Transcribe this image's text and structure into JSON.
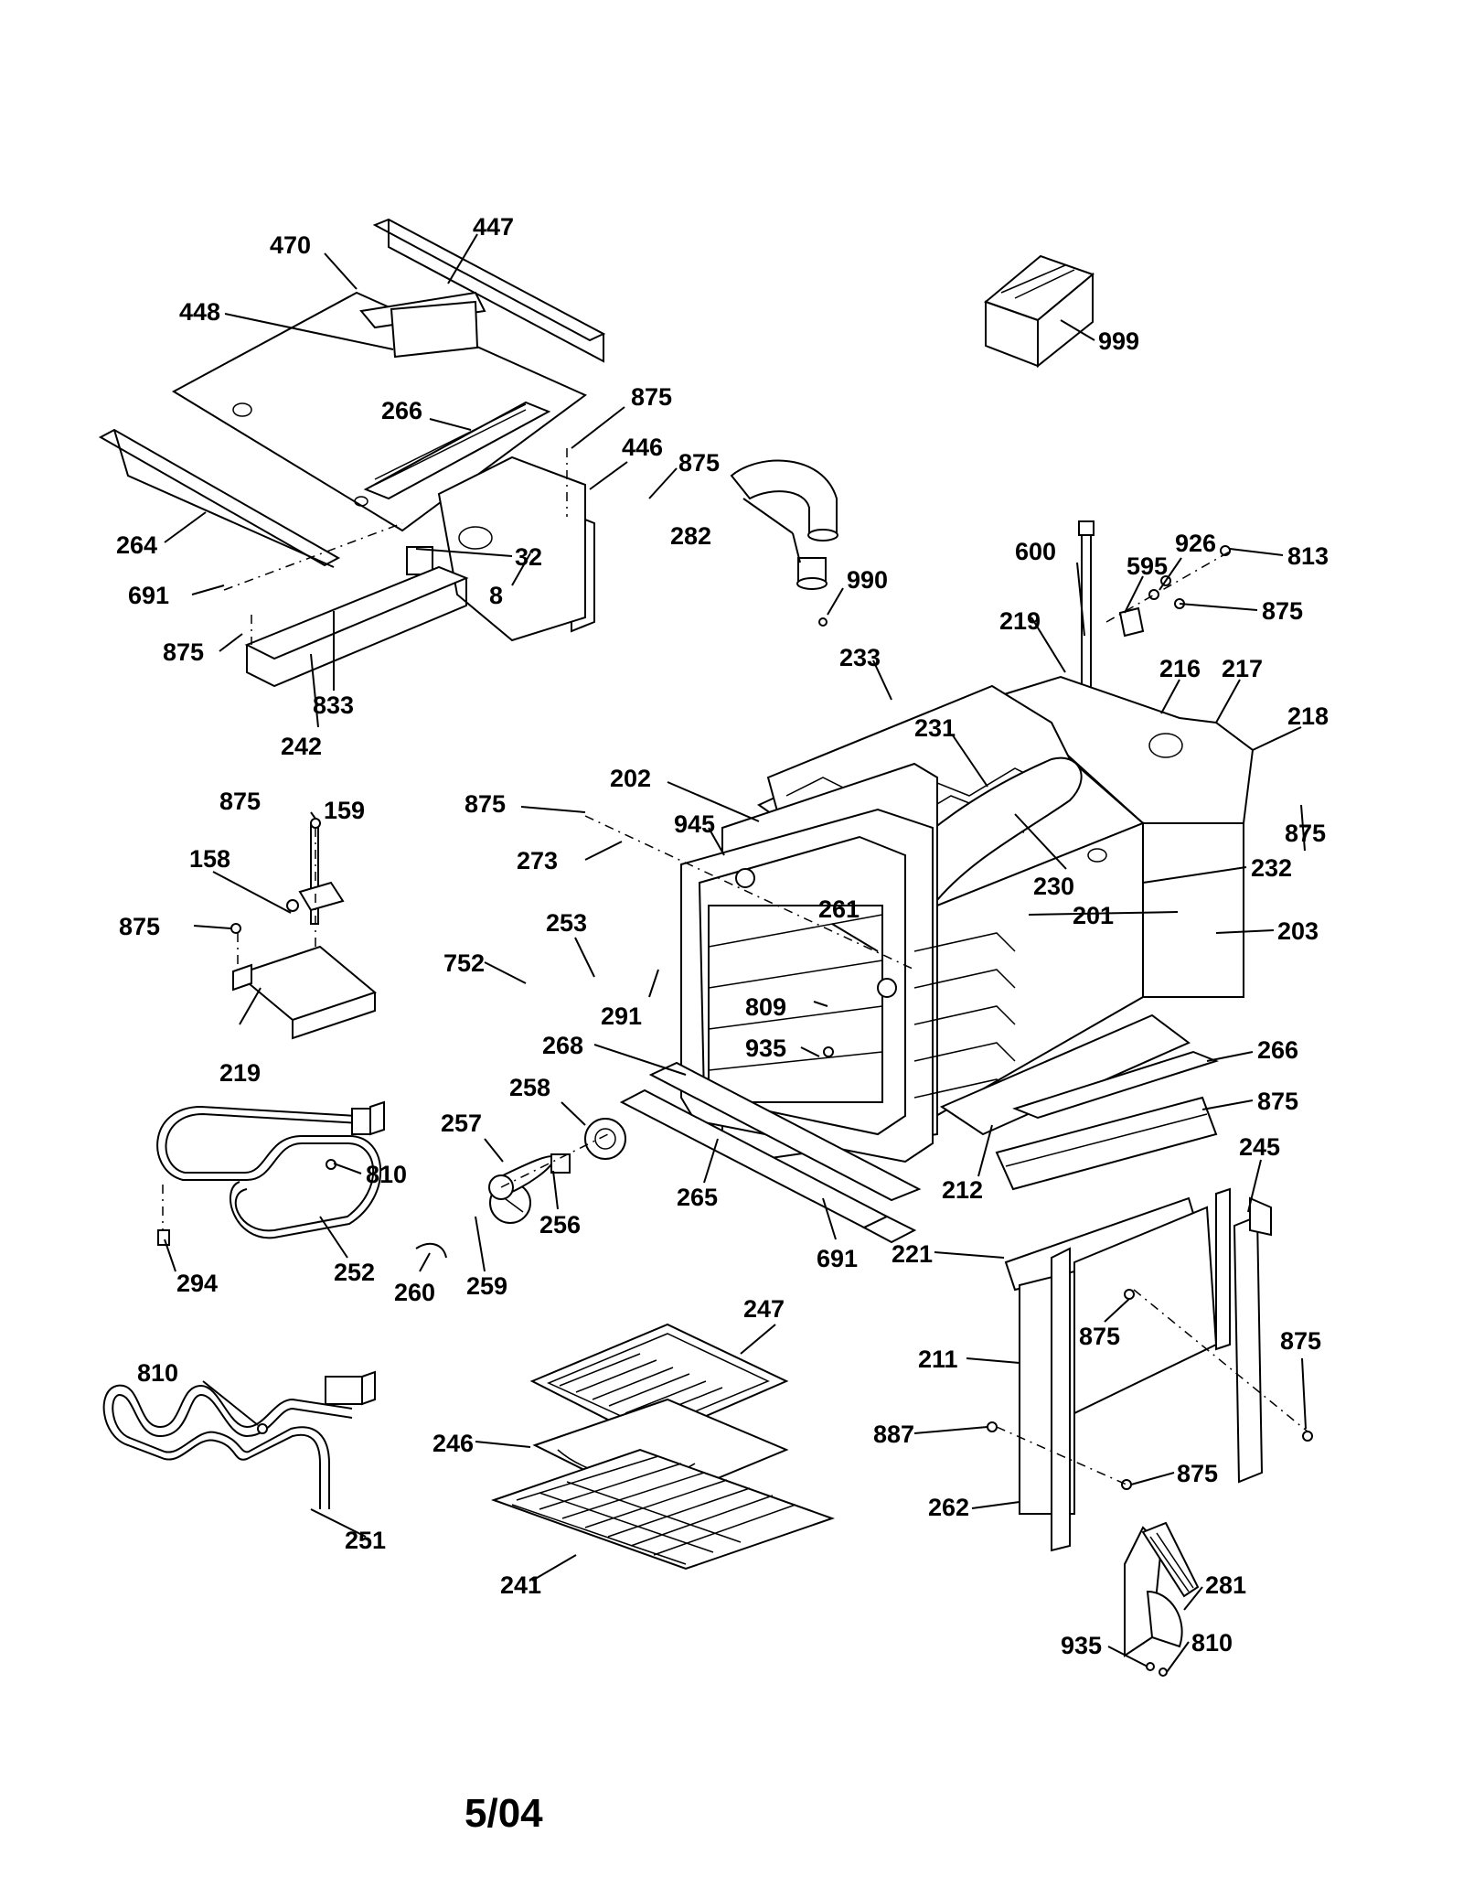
{
  "diagram": {
    "footer_date": "5/04",
    "part_labels": [
      "470",
      "447",
      "448",
      "266",
      "875",
      "446",
      "875",
      "264",
      "691",
      "32",
      "8",
      "875",
      "833",
      "242",
      "282",
      "990",
      "999",
      "600",
      "595",
      "926",
      "813",
      "875",
      "219",
      "216",
      "217",
      "218",
      "233",
      "231",
      "202",
      "875",
      "945",
      "273",
      "230",
      "875",
      "232",
      "201",
      "203",
      "875",
      "159",
      "158",
      "875",
      "219",
      "253",
      "752",
      "261",
      "291",
      "809",
      "935",
      "268",
      "266",
      "875",
      "258",
      "257",
      "810",
      "256",
      "265",
      "212",
      "691",
      "294",
      "252",
      "260",
      "259",
      "221",
      "245",
      "875",
      "875",
      "211",
      "887",
      "875",
      "262",
      "247",
      "810",
      "246",
      "251",
      "241",
      "281",
      "935",
      "810"
    ]
  }
}
